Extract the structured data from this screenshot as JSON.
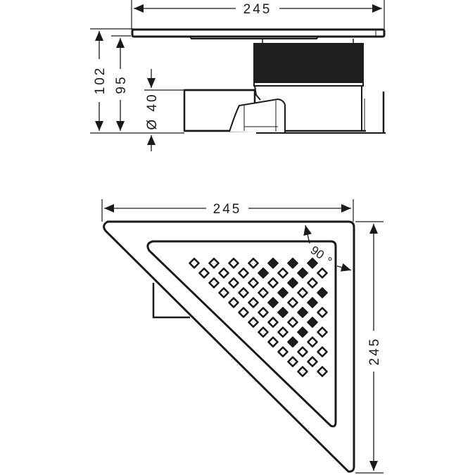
{
  "colors": {
    "line": "#1a1a1a",
    "fill_dark": "#1e1e1e",
    "background": "#ffffff"
  },
  "side_view": {
    "width_label": "245",
    "height_total_label": "102",
    "height_inner_label": "95",
    "outlet_label": "Ø 40"
  },
  "top_view": {
    "width_label": "245",
    "height_label": "245",
    "angle_label": "90°",
    "angle_value": "90",
    "angle_unit": "°"
  }
}
